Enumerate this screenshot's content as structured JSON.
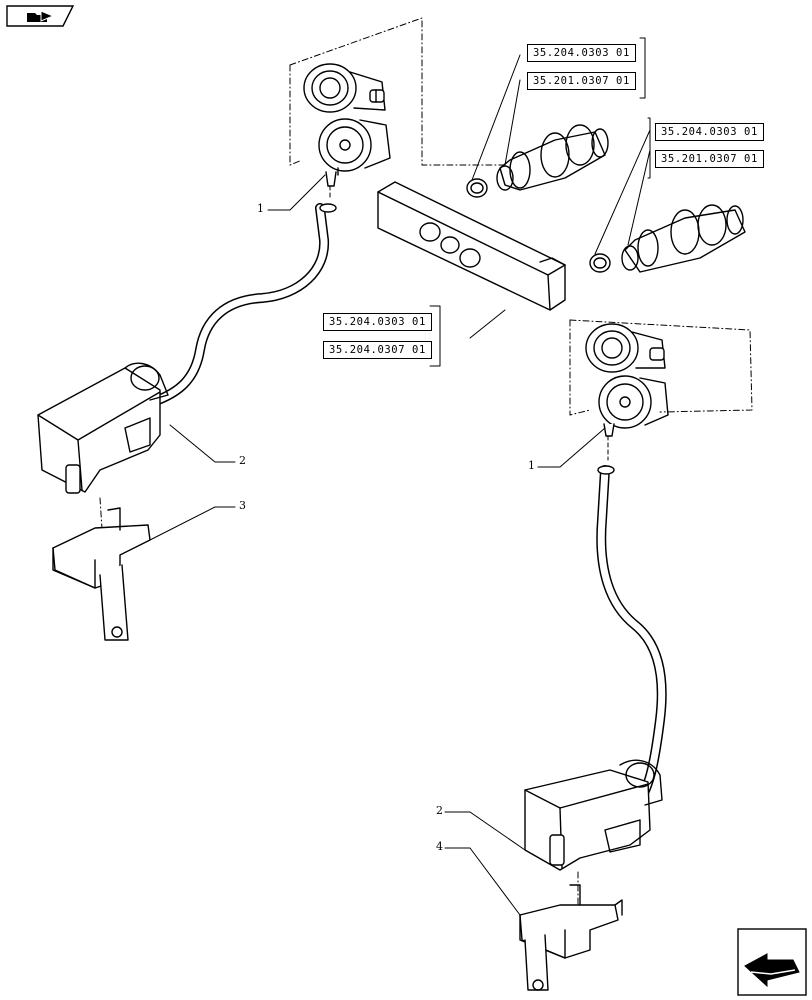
{
  "refs": {
    "group_a": [
      "35.204.0303 01",
      "35.201.0307 01"
    ],
    "group_b": [
      "35.204.0303 01",
      "35.201.0307 01"
    ],
    "group_c": [
      "35.204.0303 01",
      "35.204.0307 01"
    ]
  },
  "callouts": {
    "top_left_hose": "1",
    "top_left_box": "2",
    "top_left_bracket": "3",
    "right_hose": "1",
    "right_box": "2",
    "right_bracket": "4"
  },
  "icons": {
    "top_nav": "folder-arrow-icon",
    "bottom_nav": "next-page-arrow-icon"
  }
}
